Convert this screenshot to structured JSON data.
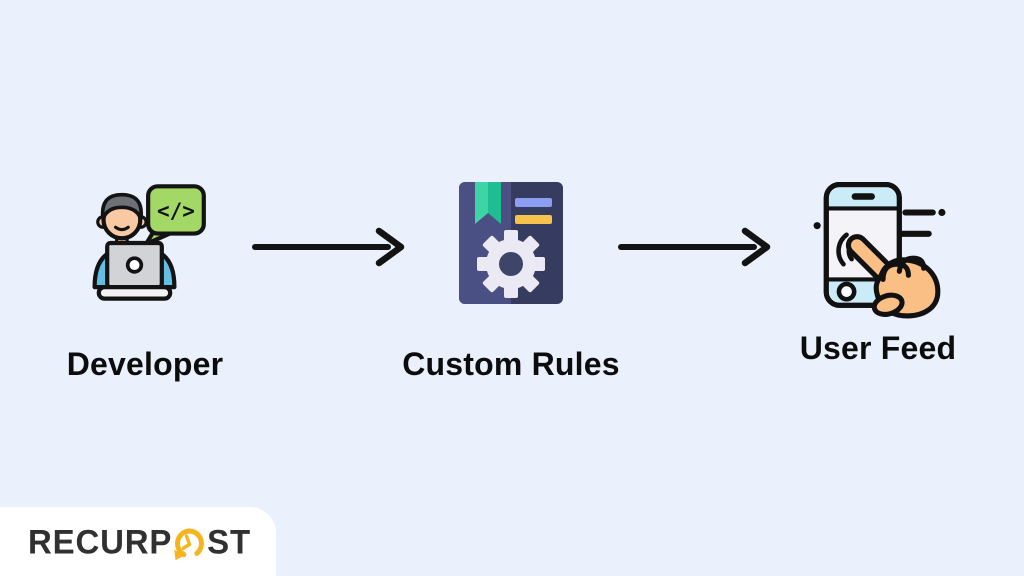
{
  "page": {
    "background_color": "#eaf1fd",
    "label_color": "#0c0c0c",
    "arrow_color": "#131313"
  },
  "diagram": {
    "nodes": [
      {
        "label": "Developer",
        "icon": "developer-coding-icon",
        "bubble_text": "</>"
      },
      {
        "label": "Custom Rules",
        "icon": "rulebook-gear-icon"
      },
      {
        "label": "User Feed",
        "icon": "phone-tap-icon"
      }
    ],
    "arrows": [
      {
        "from": "Developer",
        "to": "Custom Rules"
      },
      {
        "from": "Custom Rules",
        "to": "User Feed"
      }
    ]
  },
  "icon_colors": {
    "developer": {
      "hair": "#6d7177",
      "skin": "#f9c9a3",
      "shirt": "#64bde2",
      "laptop": "#d2d3d6",
      "laptop_base": "#f3f3f5",
      "bubble": "#a4d866"
    },
    "rulebook": {
      "cover_light": "#4a5083",
      "cover_dark": "#363c60",
      "bookmark_light": "#3fd4a6",
      "bookmark_dark": "#1fbd92",
      "line_blue": "#8b9ef2",
      "line_yellow": "#f7c24b",
      "gear": "#ebe9f3"
    },
    "phone": {
      "band": "#c9ecf8",
      "screen": "#f4f3f8",
      "hand": "#f9bf85",
      "outline": "#111111"
    }
  },
  "logo": {
    "text_before": "RECURP",
    "text_after": "ST",
    "clock_icon": "clock-recycle-icon",
    "text_color": "#313131",
    "accent_color": "#f6b51f",
    "card_color": "#ffffff"
  }
}
